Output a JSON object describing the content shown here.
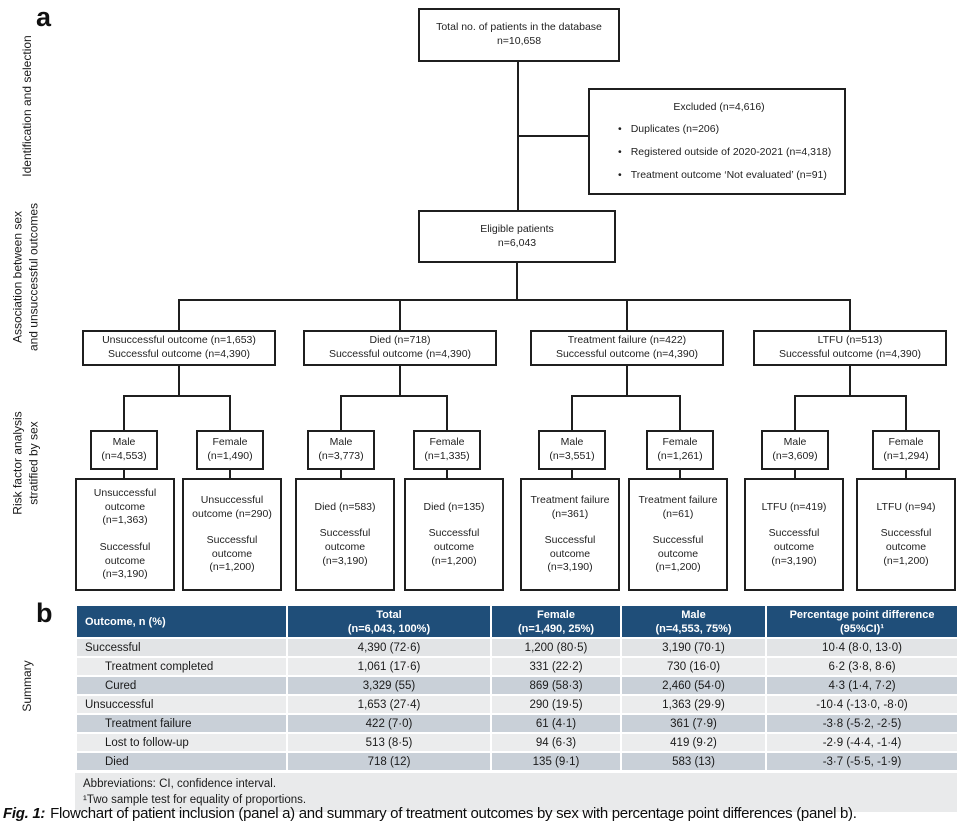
{
  "panel_a_label": "a",
  "panel_b_label": "b",
  "side_labels": {
    "identification": "Identification and selection",
    "association": "Association between sex\nand unsuccessful outcomes",
    "risk_factor": "Risk factor analysis\nstratified by sex",
    "summary": "Summary"
  },
  "flowchart": {
    "total_box": {
      "line1": "Total no. of patients in the database",
      "line2": "n=10,658"
    },
    "excluded_box": {
      "title": "Excluded (n=4,616)",
      "bullets": [
        "Duplicates (n=206)",
        "Registered outside of 2020-2021 (n=4,318)",
        "Treatment outcome ‘Not evaluated’ (n=91)"
      ]
    },
    "eligible_box": {
      "line1": "Eligible patients",
      "line2": "n=6,043"
    },
    "outcome_boxes": [
      {
        "line1": "Unsuccessful outcome (n=1,653)",
        "line2": "Successful outcome (n=4,390)"
      },
      {
        "line1": "Died (n=718)",
        "line2": "Successful outcome (n=4,390)"
      },
      {
        "line1": "Treatment failure (n=422)",
        "line2": "Successful outcome (n=4,390)"
      },
      {
        "line1": "LTFU (n=513)",
        "line2": "Successful outcome (n=4,390)"
      }
    ],
    "sex_boxes": [
      {
        "line1": "Male",
        "line2": "(n=4,553)"
      },
      {
        "line1": "Female",
        "line2": "(n=1,490)"
      },
      {
        "line1": "Male",
        "line2": "(n=3,773)"
      },
      {
        "line1": "Female",
        "line2": "(n=1,335)"
      },
      {
        "line1": "Male",
        "line2": "(n=3,551)"
      },
      {
        "line1": "Female",
        "line2": "(n=1,261)"
      },
      {
        "line1": "Male",
        "line2": "(n=3,609)"
      },
      {
        "line1": "Female",
        "line2": "(n=1,294)"
      }
    ],
    "risk_boxes": [
      {
        "line1": "Unsuccessful outcome (n=1,363)",
        "line2": "Successful outcome (n=3,190)"
      },
      {
        "line1": "Unsuccessful outcome (n=290)",
        "line2": "Successful outcome (n=1,200)"
      },
      {
        "line1": "Died (n=583)",
        "line2": "Successful outcome (n=3,190)"
      },
      {
        "line1": "Died (n=135)",
        "line2": "Successful outcome (n=1,200)"
      },
      {
        "line1": "Treatment failure (n=361)",
        "line2": "Successful outcome (n=3,190)"
      },
      {
        "line1": "Treatment failure (n=61)",
        "line2": "Successful outcome (n=1,200)"
      },
      {
        "line1": "LTFU (n=419)",
        "line2": "Successful outcome (n=3,190)"
      },
      {
        "line1": "LTFU (n=94)",
        "line2": "Successful outcome (n=1,200)"
      }
    ]
  },
  "table": {
    "header_bg": "#1F4E79",
    "columns": [
      {
        "line1": "Outcome, n (%)",
        "line2": ""
      },
      {
        "line1": "Total",
        "line2": "(n=6,043, 100%)"
      },
      {
        "line1": "Female",
        "line2": "(n=1,490, 25%)"
      },
      {
        "line1": "Male",
        "line2": "(n=4,553, 75%)"
      },
      {
        "line1": "Percentage point difference",
        "line2": "(95%CI)¹"
      }
    ],
    "rows": [
      {
        "label": "Successful",
        "total": "4,390 (72·6)",
        "female": "1,200 (80·5)",
        "male": "3,190 (70·1)",
        "diff": "10·4 (8·0, 13·0)"
      },
      {
        "label": "Treatment completed",
        "total": "1,061 (17·6)",
        "female": "331 (22·2)",
        "male": "730 (16·0)",
        "diff": "6·2 (3·8, 8·6)"
      },
      {
        "label": "Cured",
        "total": "3,329 (55)",
        "female": "869 (58·3)",
        "male": "2,460 (54·0)",
        "diff": "4·3 (1·4, 7·2)"
      },
      {
        "label": "Unsuccessful",
        "total": "1,653 (27·4)",
        "female": "290 (19·5)",
        "male": "1,363 (29·9)",
        "diff": "-10·4 (-13·0, -8·0)"
      },
      {
        "label": "Treatment failure",
        "total": "422 (7·0)",
        "female": "61 (4·1)",
        "male": "361 (7·9)",
        "diff": "-3·8 (-5·2, -2·5)"
      },
      {
        "label": "Lost to follow-up",
        "total": "513 (8·5)",
        "female": "94 (6·3)",
        "male": "419 (9·2)",
        "diff": "-2·9 (-4·4, -1·4)"
      },
      {
        "label": "Died",
        "total": "718 (12)",
        "female": "135 (9·1)",
        "male": "583 (13)",
        "diff": "-3·7 (-5·5, -1·9)"
      }
    ],
    "footnotes": [
      "Abbreviations: CI, confidence interval.",
      "¹Two sample test for equality of proportions."
    ]
  },
  "caption": {
    "prefix": "Fig. 1:",
    "text": "Flowchart of patient inclusion (panel a) and summary of treatment outcomes by sex with percentage point differences (panel b)."
  }
}
